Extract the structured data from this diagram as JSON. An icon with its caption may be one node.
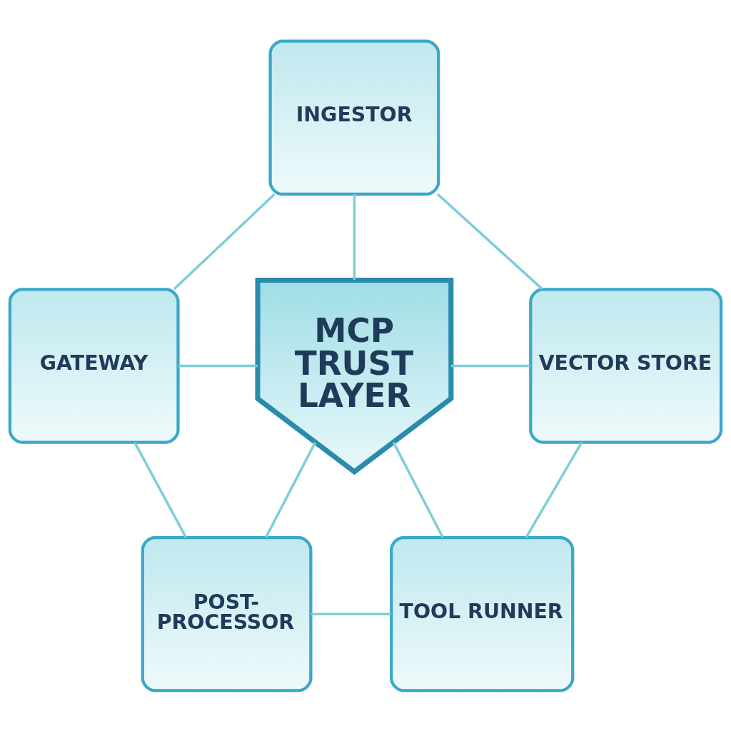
{
  "diagram": {
    "nodes": [
      {
        "text": [
          "INGESTOR"
        ]
      },
      {
        "text": [
          "GATEWAY"
        ]
      },
      {
        "text": [
          "MCP TRUST LAYER"
        ]
      },
      {
        "text": [
          "VECTOR STORE"
        ]
      },
      {
        "text": [
          "POST-PROCESSOR"
        ]
      },
      {
        "text": [
          "TOOL RUNNER"
        ]
      }
    ],
    "edges": [
      {
        "from": 2,
        "to": 0,
        "arrow": "none"
      },
      {
        "from": 2,
        "to": 1,
        "arrow": "none"
      },
      {
        "from": 2,
        "to": 3,
        "arrow": "none"
      },
      {
        "from": 2,
        "to": 4,
        "arrow": "none"
      },
      {
        "from": 2,
        "to": 5,
        "arrow": "none"
      },
      {
        "from": 0,
        "to": 3,
        "arrow": "none"
      },
      {
        "from": 3,
        "to": 5,
        "arrow": "none"
      },
      {
        "from": 5,
        "to": 4,
        "arrow": "none"
      },
      {
        "from": 4,
        "to": 1,
        "arrow": "none"
      },
      {
        "from": 1,
        "to": 0,
        "arrow": "none"
      }
    ]
  }
}
